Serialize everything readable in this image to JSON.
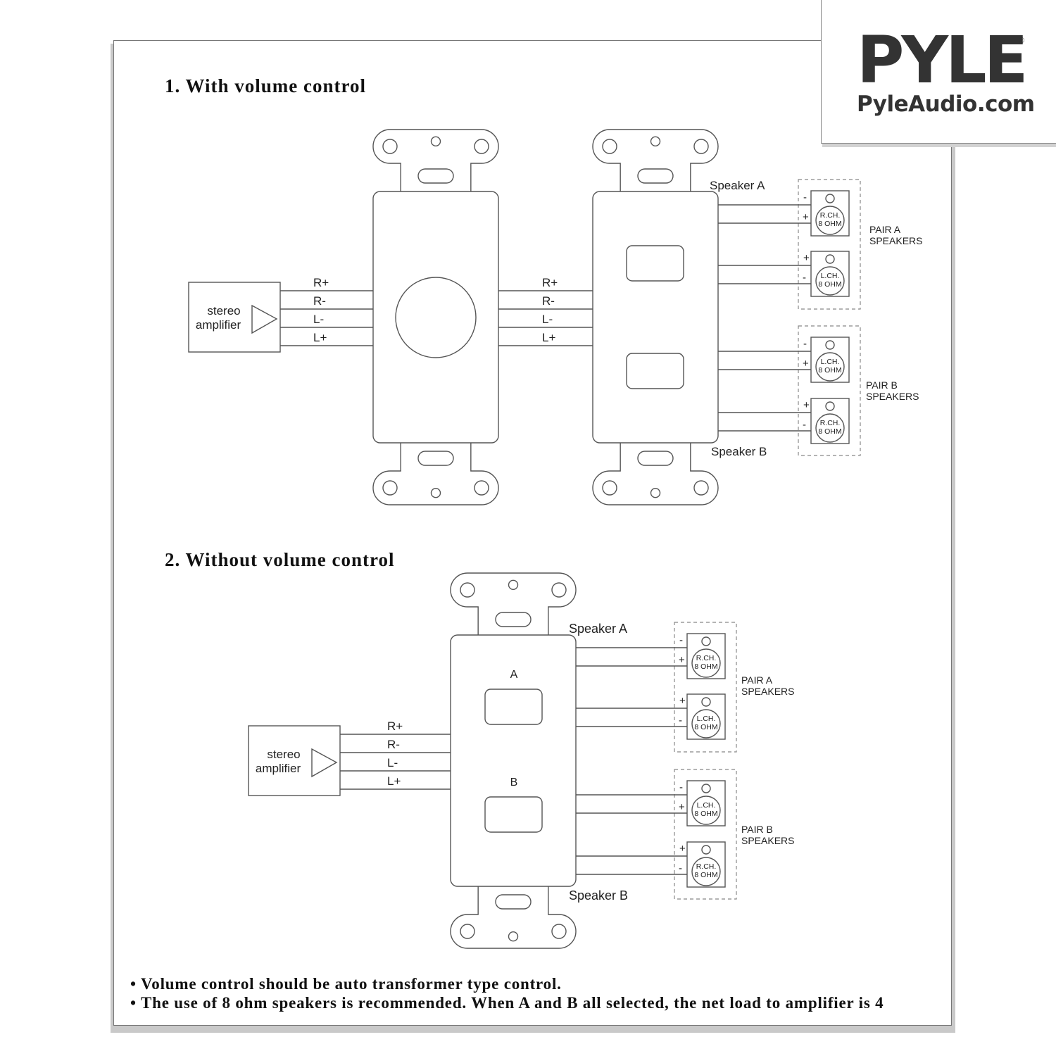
{
  "logo": {
    "brand": "PYLE",
    "registered": "®",
    "website": "PyleAudio.com"
  },
  "sections": [
    {
      "heading": "1. With volume control",
      "amplifier": {
        "label_line1": "stereo",
        "label_line2": "amplifier"
      },
      "input_wires": [
        "R+",
        "R-",
        "L-",
        "L+"
      ],
      "output_wires": [
        "R+",
        "R-",
        "L-",
        "L+"
      ],
      "speaker_a_label": "Speaker A",
      "speaker_b_label": "Speaker B",
      "pair_a": {
        "label_line1": "PAIR A",
        "label_line2": "SPEAKERS",
        "speakers": [
          {
            "channel": "R.CH.",
            "impedance": "8 OHM",
            "top_terminal": "-",
            "bottom_terminal": "+"
          },
          {
            "channel": "L.CH.",
            "impedance": "8 OHM",
            "top_terminal": "+",
            "bottom_terminal": "-"
          }
        ]
      },
      "pair_b": {
        "label_line1": "PAIR B",
        "label_line2": "SPEAKERS",
        "speakers": [
          {
            "channel": "L.CH.",
            "impedance": "8 OHM",
            "top_terminal": "-",
            "bottom_terminal": "+"
          },
          {
            "channel": "R.CH.",
            "impedance": "8 OHM",
            "top_terminal": "+",
            "bottom_terminal": "-"
          }
        ]
      }
    },
    {
      "heading": "2. Without volume control",
      "amplifier": {
        "label_line1": "stereo",
        "label_line2": "amplifier"
      },
      "input_wires": [
        "R+",
        "R-",
        "L-",
        "L+"
      ],
      "selector_labels": [
        "A",
        "B"
      ],
      "speaker_a_label": "Speaker A",
      "speaker_b_label": "Speaker B",
      "pair_a": {
        "label_line1": "PAIR A",
        "label_line2": "SPEAKERS",
        "speakers": [
          {
            "channel": "R.CH.",
            "impedance": "8 OHM",
            "top_terminal": "-",
            "bottom_terminal": "+"
          },
          {
            "channel": "L.CH.",
            "impedance": "8 OHM",
            "top_terminal": "+",
            "bottom_terminal": "-"
          }
        ]
      },
      "pair_b": {
        "label_line1": "PAIR B",
        "label_line2": "SPEAKERS",
        "speakers": [
          {
            "channel": "L.CH.",
            "impedance": "8 OHM",
            "top_terminal": "-",
            "bottom_terminal": "+"
          },
          {
            "channel": "R.CH.",
            "impedance": "8 OHM",
            "top_terminal": "+",
            "bottom_terminal": "-"
          }
        ]
      }
    }
  ],
  "notes": [
    "• Volume control should be auto transformer type control.",
    "• The use of 8 ohm speakers is recommended. When A and B all selected, the net load to amplifier is 4"
  ],
  "colors": {
    "line": "#555555",
    "text": "#222222",
    "logo": "#333333"
  }
}
